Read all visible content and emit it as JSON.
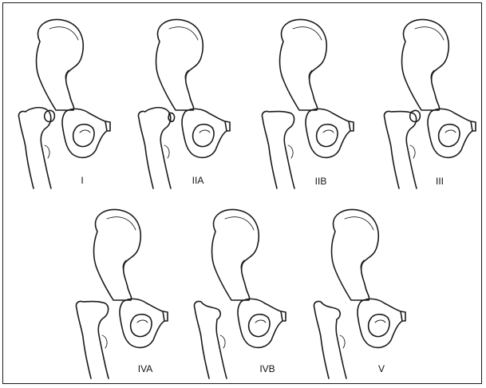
{
  "figure": {
    "stages": [
      {
        "label": "I"
      },
      {
        "label": "IIA"
      },
      {
        "label": "IIB"
      },
      {
        "label": "III"
      },
      {
        "label": "IVA"
      },
      {
        "label": "IVB"
      },
      {
        "label": "V"
      }
    ]
  }
}
